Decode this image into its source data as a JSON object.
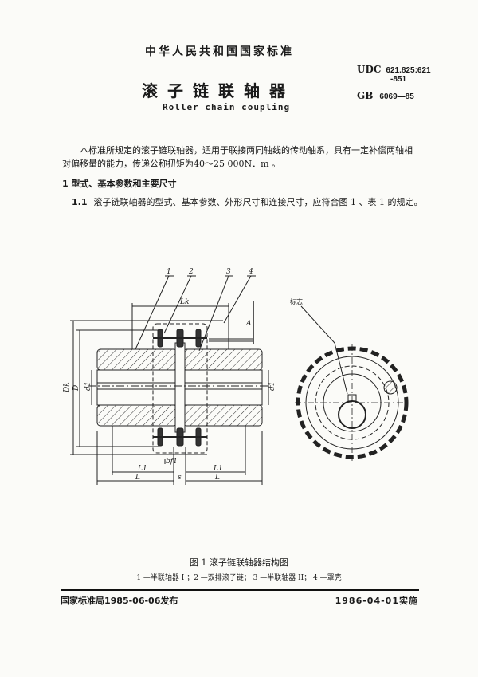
{
  "header": {
    "standard_org": "中华人民共和国国家标准",
    "title_cn": "滚子链联轴器",
    "title_en": "Roller chain coupling",
    "udc_label": "UDC",
    "udc_value": "621.825:621",
    "udc_value_cont": "-851",
    "gb_label": "GB",
    "gb_value": "6069—85"
  },
  "body": {
    "intro": "本标准所规定的滚子链联轴器，适用于联接两同轴线的传动轴系，具有一定补偿两轴相对偏移量的能力，传递公称扭矩为40～25 000N．m 。",
    "section1": "1 型式、基本参数和主要尺寸",
    "section1_1_num": "1.1",
    "section1_1_text": "滚子链联轴器的型式、基本参数、外形尺寸和连接尺寸，应符合图 1 、表 1 的规定。"
  },
  "figure": {
    "part_labels": [
      "1",
      "2",
      "3",
      "4"
    ],
    "dim_labels": {
      "Lk": "Lk",
      "A": "A",
      "Dk": "Dk",
      "D": "D",
      "d1": "d1",
      "d1_right": "d1",
      "bf1": "bf1",
      "L1": "L1",
      "L": "L",
      "s": "s"
    },
    "marker_label": "标志",
    "caption": "图 1    滚子链联轴器结构图",
    "legend": "1 —半联轴器 I ；2 —双排滚子链； 3 —半联轴器 II； 4 —罩壳"
  },
  "footer": {
    "issued": "国家标准局1985-06-06发布",
    "effective": "1986-04-01实施"
  }
}
